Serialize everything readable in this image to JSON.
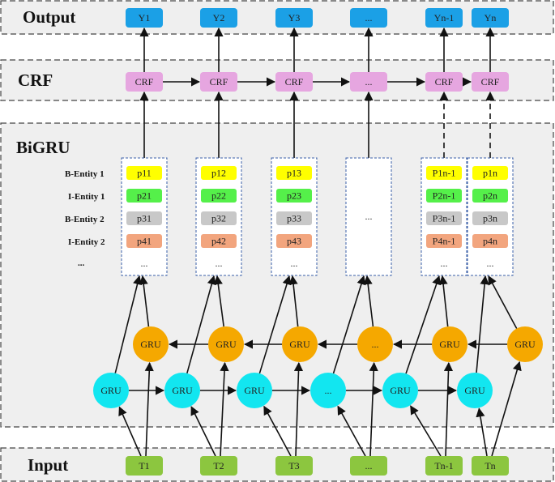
{
  "sections": {
    "output": "Output",
    "crf": "CRF",
    "bigru": "BiGRU",
    "input": "Input"
  },
  "columns": [
    {
      "output": "Y1",
      "crf": "CRF",
      "input": "T1",
      "probs": [
        "p11",
        "p21",
        "p31",
        "p41",
        "..."
      ]
    },
    {
      "output": "Y2",
      "crf": "CRF",
      "input": "T2",
      "probs": [
        "p12",
        "p22",
        "p32",
        "p42",
        "..."
      ]
    },
    {
      "output": "Y3",
      "crf": "CRF",
      "input": "T3",
      "probs": [
        "p13",
        "p23",
        "p33",
        "p43",
        "..."
      ]
    },
    {
      "output": "...",
      "crf": "...",
      "input": "...",
      "probs": [
        "..."
      ]
    },
    {
      "output": "Yn-1",
      "crf": "CRF",
      "input": "Tn-1",
      "probs": [
        "P1n-1",
        "P2n-1",
        "P3n-1",
        "P4n-1",
        "..."
      ]
    },
    {
      "output": "Yn",
      "crf": "CRF",
      "input": "Tn",
      "probs": [
        "p1n",
        "p2n",
        "p3n",
        "p4n",
        "..."
      ]
    }
  ],
  "row_labels": [
    "B-Entity 1",
    "I-Entity 1",
    "B-Entity 2",
    "I-Entity 2",
    "..."
  ],
  "gru_forward": [
    "GRU",
    "GRU",
    "GRU",
    "...",
    "GRU",
    "GRU"
  ],
  "gru_backward": [
    "GRU",
    "GRU",
    "GRU",
    "...",
    "GRU",
    "GRU"
  ],
  "colors": {
    "output_node": "#1ba0e6",
    "crf_node": "#e6a6e0",
    "input_node": "#8cc63f",
    "gru_forward": "#12e6f0",
    "gru_backward": "#f5a800",
    "prob_row_1": "#ffff00",
    "prob_row_2": "#55f04a",
    "prob_row_3": "#c8c8c8",
    "prob_row_4": "#f2a57e"
  }
}
